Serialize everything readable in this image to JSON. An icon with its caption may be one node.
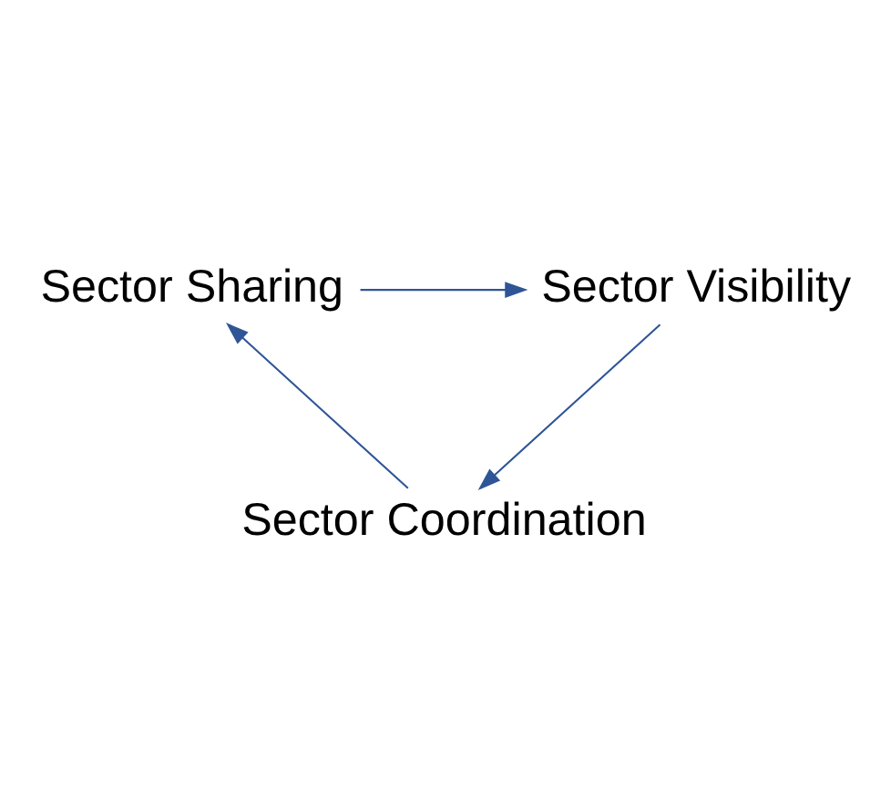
{
  "diagram": {
    "nodes": [
      {
        "text": [
          "Sector Sharing"
        ]
      },
      {
        "text": [
          "Sector Visibility"
        ]
      },
      {
        "text": [
          "Sector Coordination"
        ]
      }
    ],
    "edges": [
      {
        "from": 0,
        "to": 1,
        "arrow": "to"
      },
      {
        "from": 1,
        "to": 2,
        "arrow": "to"
      },
      {
        "from": 2,
        "to": 0,
        "arrow": "to"
      }
    ]
  }
}
